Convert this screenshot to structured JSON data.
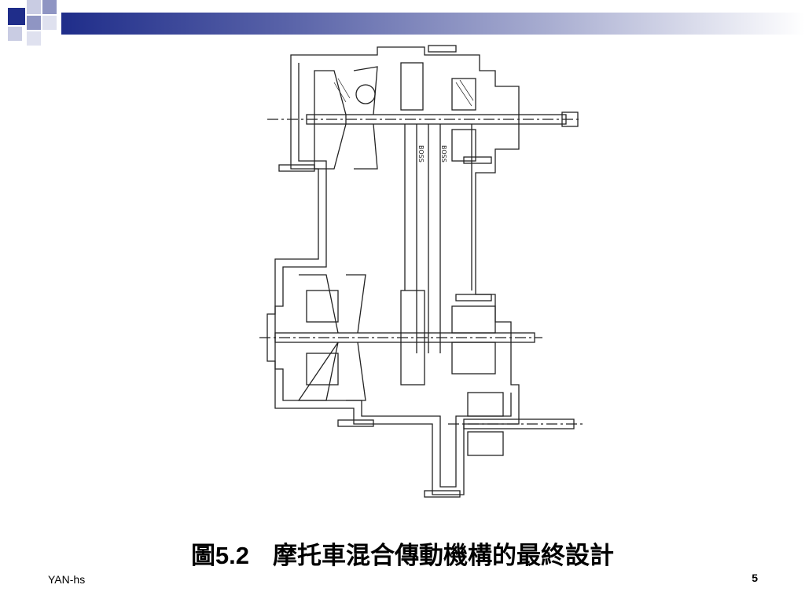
{
  "theme": {
    "accent_dark": "#1f2d8a",
    "accent_light": "#a7acd0",
    "diagram_stroke": "#222222"
  },
  "slide": {
    "caption_number": "圖5.2",
    "caption_title": "摩托車混合傳動機構的最終設計",
    "footer_author": "YAN-hs",
    "page_number": "5"
  },
  "diagram_labels": {
    "boss_left": "BOSS",
    "boss_right": "BOSS"
  }
}
